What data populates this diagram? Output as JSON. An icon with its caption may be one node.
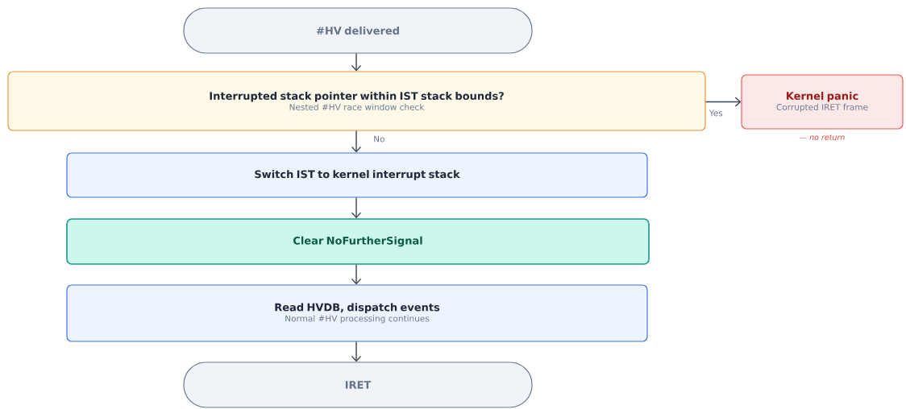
{
  "diagram": {
    "nodes": [
      {
        "text": [
          "#HV delivered"
        ]
      },
      {
        "text": [
          "Interrupted stack pointer within IST stack bounds?",
          "Nested #HV race window check"
        ]
      },
      {
        "text": [
          "Kernel panic",
          "Corrupted IRET frame"
        ],
        "beside": [
          "— no return"
        ]
      },
      {
        "text": [
          "Switch IST to kernel interrupt stack"
        ]
      },
      {
        "text": [
          "Clear NoFurtherSignal"
        ]
      },
      {
        "text": [
          "Read HVDB, dispatch events",
          "Normal #HV processing continues"
        ]
      },
      {
        "text": [
          "IRET"
        ]
      }
    ],
    "edges": [
      {
        "from": 0,
        "to": 1,
        "arrow": "to"
      },
      {
        "from": 1,
        "to": 2,
        "arrow": "to",
        "label": "Yes"
      },
      {
        "from": 1,
        "to": 3,
        "arrow": "to",
        "label": "No"
      },
      {
        "from": 3,
        "to": 4,
        "arrow": "to"
      },
      {
        "from": 4,
        "to": 5,
        "arrow": "to"
      },
      {
        "from": 5,
        "to": 6,
        "arrow": "to"
      }
    ]
  }
}
